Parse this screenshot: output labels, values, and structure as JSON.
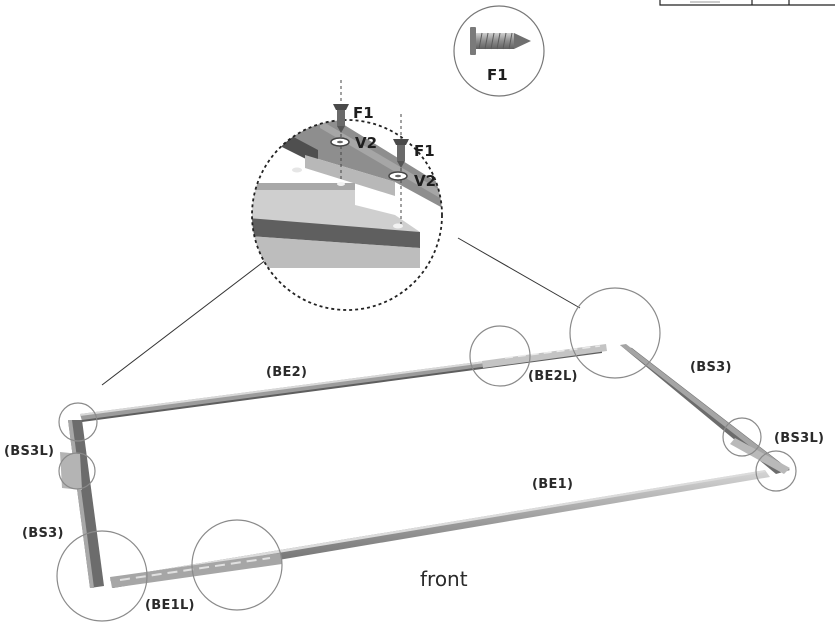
{
  "labels": {
    "be2": "(BE2)",
    "be2l": "(BE2L)",
    "bs3_right": "(BS3)",
    "bs3l_right": "(BS3L)",
    "bs3l_left": "(BS3L)",
    "be1": "(BE1)",
    "bs3_left": "(BS3)",
    "be1l": "(BE1L)",
    "front": "front"
  },
  "parts": {
    "screw_callout": "F1",
    "detail_screw_1": "F1",
    "detail_washer_1": "V2",
    "detail_screw_2": "F1",
    "detail_washer_2": "V2"
  },
  "colors": {
    "rail_dark": "#6e6e6e",
    "rail_light": "#c4c4c4",
    "outline": "#8a8a8a",
    "text": "#2a2a2a"
  }
}
